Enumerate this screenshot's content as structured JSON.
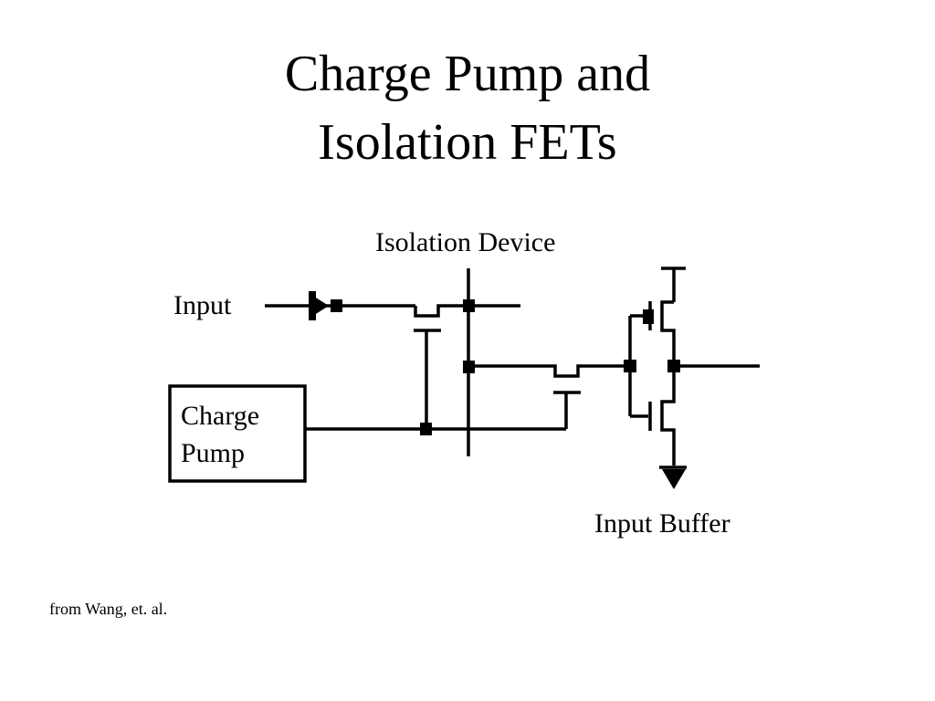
{
  "title": {
    "line1": "Charge Pump and",
    "line2": "Isolation FETs"
  },
  "labels": {
    "isolation_device": "Isolation Device",
    "input": "Input",
    "input_buffer": "Input Buffer"
  },
  "charge_pump_box": {
    "line1": "Charge",
    "line2": "Pump"
  },
  "citation": "from Wang, et. al.",
  "colors": {
    "stroke": "#000000",
    "background": "#ffffff"
  }
}
